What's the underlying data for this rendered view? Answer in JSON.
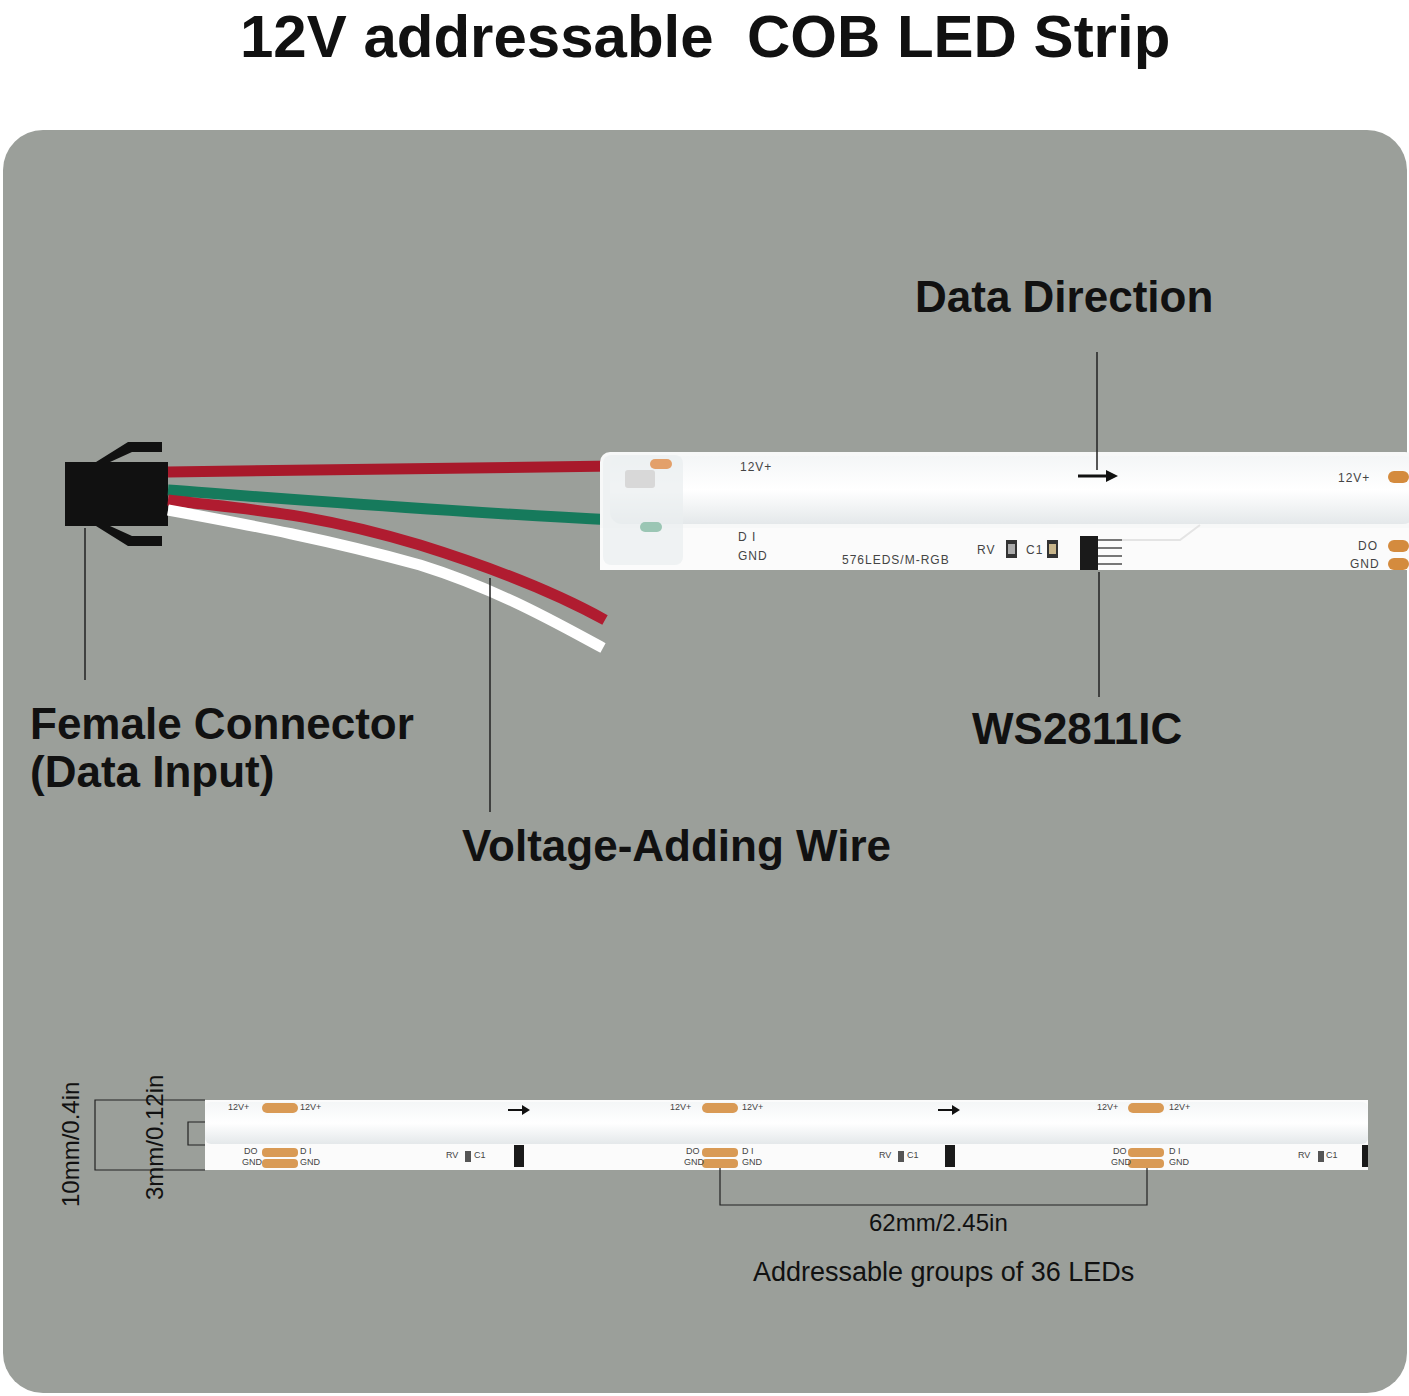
{
  "diagram": {
    "title": "12V addressable  COB LED Strip",
    "labels": [
      "Data Direction",
      "Female Connector (Data Input)",
      "Voltage-Adding Wire",
      "WS2811IC",
      "12V+",
      "D I",
      "GND",
      "576LEDS/M-RGB",
      "RV",
      "C1",
      "12V+",
      "DO",
      "GND",
      "10mm/0.4in",
      "3mm/0.12in",
      "12V+",
      "12V+",
      "DO",
      "GND",
      "D I",
      "GND",
      "RV",
      "C1",
      "12V+",
      "12V+",
      "DO",
      "GND",
      "D I",
      "GND",
      "RV",
      "C1",
      "12V+",
      "12V+",
      "DO",
      "GND",
      "D I",
      "GND",
      "RV",
      "C1",
      "62mm/2.45in",
      "Addressable groups of 36 LEDs"
    ]
  }
}
